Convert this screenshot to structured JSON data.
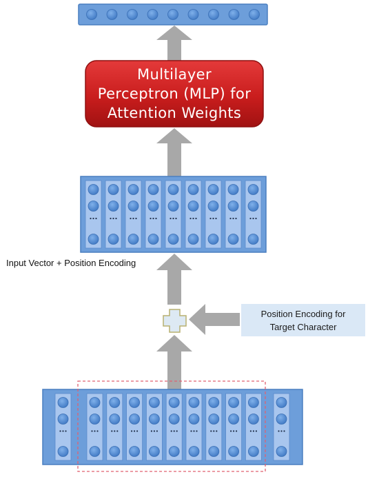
{
  "diagram": {
    "mlp_label": "Multilayer\nPerceptron (MLP) for\nAttention Weights",
    "input_vector_label": "Input Vector + Position Encoding",
    "position_encoding_label": "Position Encoding for\nTarget Character"
  },
  "colors": {
    "blue_fill": "#6d9eda",
    "blue_light": "#a9c6ee",
    "node_fill": "#4f86cf",
    "red_box": "#cc1f1f",
    "arrow_gray": "#a8a8a8",
    "dashed_red": "#e06070"
  },
  "icons": {
    "plus": "plus-icon",
    "ellipsis": "ellipsis-icon"
  }
}
